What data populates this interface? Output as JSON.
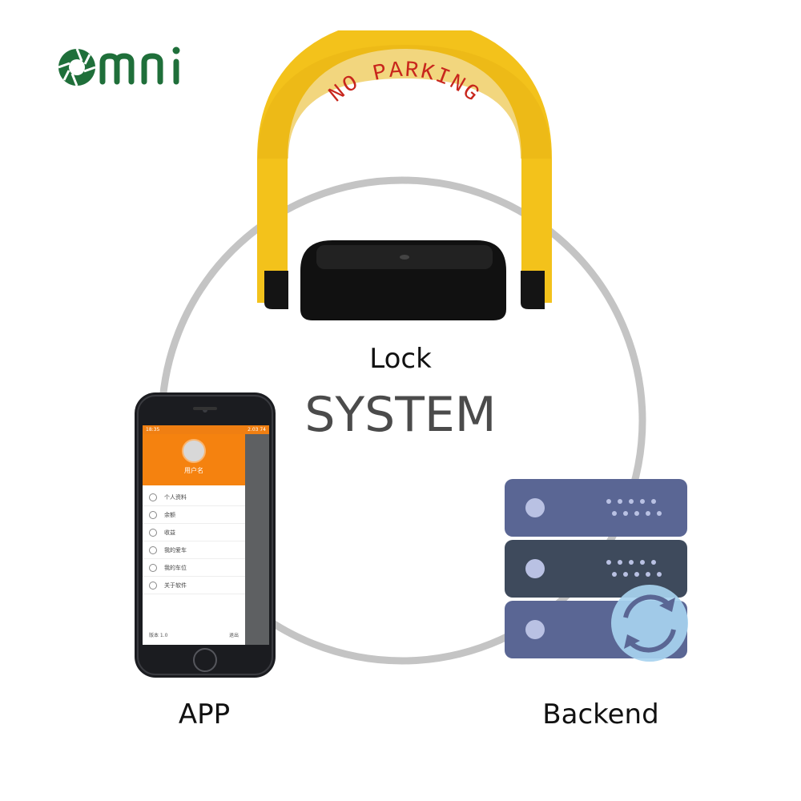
{
  "logo": {
    "text": "omni",
    "color": "#1f6f3a"
  },
  "labels": {
    "lock": "Lock",
    "system": "SYSTEM",
    "app": "APP",
    "backend": "Backend"
  },
  "lock_device": {
    "sign_text": "NO PARKING",
    "arm_color": "#f3c21b",
    "text_color": "#c8261c",
    "base_color": "#111111"
  },
  "phone_app": {
    "status_left": "18:35",
    "status_right": "2.03 74",
    "username": "用户名",
    "menu_items": [
      "个人资料",
      "余额",
      "收益",
      "我的爱车",
      "我的车位",
      "关于软件"
    ],
    "version": "版本 1.0",
    "logout": "退出",
    "accent_color": "#f5820f"
  },
  "server": {
    "unit_color": "#5a6694",
    "sync_icon": "sync-icon"
  },
  "ring": {
    "color": "#c4c4c4"
  }
}
